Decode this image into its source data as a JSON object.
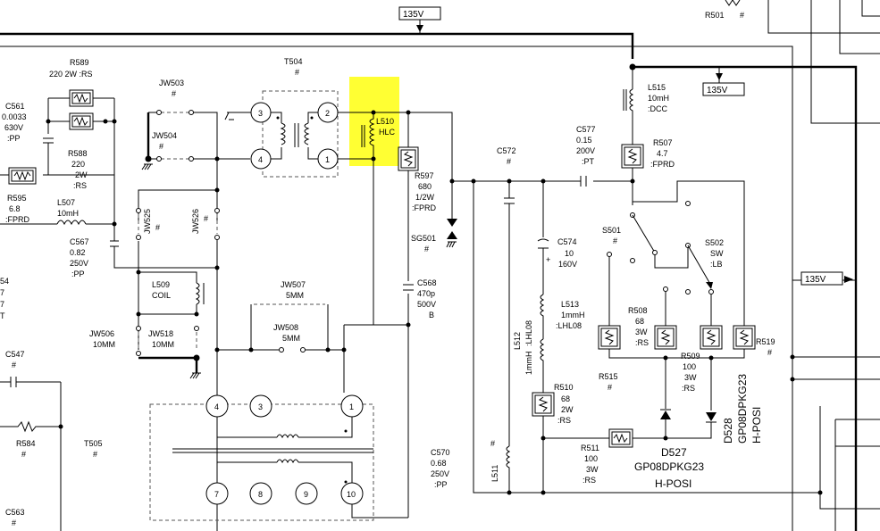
{
  "highlight_color": "#ffff33",
  "voltage_tags": {
    "top": "135V",
    "right_upper": "135V",
    "right_mid": "135V"
  },
  "labels": {
    "r501": "R501",
    "r501_val": "#",
    "r589": "R589",
    "r589_val": "220    2W   :RS",
    "c561": "C561",
    "c561_v1": "0.0033",
    "c561_v2": "630V",
    "c561_v3": ":PP",
    "r588": "R588",
    "r588_v1": "220",
    "r588_v2": "2W",
    "r588_v3": ":RS",
    "r595": "R595",
    "r595_v1": "6.8",
    "r595_v2": ":FPRD",
    "l507": "L507",
    "l507_v": "10mH",
    "c567": "C567",
    "c567_v1": "0.82",
    "c567_v2": "250V",
    "c567_v3": ":PP",
    "jw503": "JW503",
    "jw503_v": "#",
    "jw504": "JW504",
    "jw504_v": "#",
    "t504": "T504",
    "t504_v": "#",
    "pin1": "1",
    "pin2": "2",
    "pin3": "3",
    "pin4": "4",
    "l510": "L510",
    "l510_v": "HLC",
    "r597": "R597",
    "r597_v1": "680",
    "r597_v2": "1/2W",
    "r597_v3": ":FPRD",
    "sg501": "SG501",
    "sg501_v": "#",
    "c568": "C568",
    "c568_v1": "470p",
    "c568_v2": "500V",
    "c568_v3": "B",
    "jw525": "JW525",
    "jw525_v": "#",
    "jw526": "JW526",
    "jw526_v": "#",
    "l509": "L509",
    "l509_v": "COIL",
    "jw507": "JW507",
    "jw507_v": "5MM",
    "jw508": "JW508",
    "jw508_v": "5MM",
    "jw506": "JW506",
    "jw506_v": "10MM",
    "jw518": "JW518",
    "jw518_v": "10MM",
    "c547": "C547",
    "c547_v": "#",
    "r584": "R584",
    "r584_v": "#",
    "t505": "T505",
    "t505_v": "#",
    "c563": "C563",
    "c563_v": "#",
    "left_frag1": "54",
    "left_frag2": "7",
    "left_frag3": "7",
    "left_frag4": "T",
    "tp4": "4",
    "tp3": "3",
    "tp1": "1",
    "tp7": "7",
    "tp8": "8",
    "tp9": "9",
    "tp10": "10",
    "c572": "C572",
    "c572_v": "#",
    "c577": "C577",
    "c577_v1": "0.15",
    "c577_v2": "200V",
    "c577_v3": ":PT",
    "l515": "L515",
    "l515_v1": "10mH",
    "l515_v2": ":DCC",
    "r507": "R507",
    "r507_v1": "4.7",
    "r507_v2": ":FPRD",
    "s501": "S501",
    "s501_v": "#",
    "s502": "S502",
    "s502_v1": "SW",
    "s502_v2": ":LB",
    "c574": "C574",
    "c574_v1": "10",
    "c574_v2": "160V",
    "c574_plus": "+",
    "l513": "L513",
    "l513_v1": "1mmH",
    "l513_v2": ":LHL08",
    "l512": "L512",
    "l512_v1": ":LHL08",
    "l512_v2": "1mmH",
    "r508": "R508",
    "r508_v1": "68",
    "r508_v2": "3W",
    "r508_v3": ":RS",
    "r509": "R509",
    "r509_v1": "100",
    "r509_v2": "3W",
    "r509_v3": ":RS",
    "r519": "R519",
    "r519_v": "#",
    "r515": "R515",
    "r515_v": "#",
    "r510": "R510",
    "r510_v1": "68",
    "r510_v2": "2W",
    "r510_v3": ":RS",
    "r511": "R511",
    "r511_v1": "100",
    "r511_v2": "3W",
    "r511_v3": ":RS",
    "c570": "C570",
    "c570_v1": "0.68",
    "c570_v2": "250V",
    "c570_v3": ":PP",
    "l511": "L511",
    "l511_v": "#",
    "c570_hash": "#",
    "d527": "D527",
    "d527_part": "GP08DPKG23",
    "d527_type": "H-POSI",
    "d528": "D528",
    "d528_part": "GP08DPKG23",
    "d528_type": "H-POSI"
  }
}
